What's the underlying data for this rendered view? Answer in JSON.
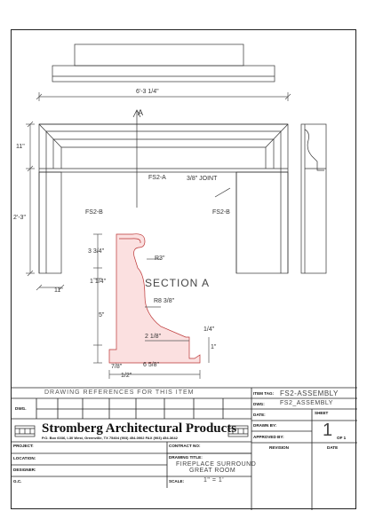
{
  "drawing": {
    "section_marker": "A",
    "labels": {
      "fs2_a": "FS2-A",
      "joint": "3/8\" JOINT",
      "fs2_b_left": "FS2-B",
      "fs2_b_right": "FS2-B",
      "section_title": "SECTION  A"
    },
    "dimensions": {
      "overall_width": "6'-3 1/4\"",
      "height_top": "11\"",
      "height_total": "2'-3\"",
      "leg_width": "11\"",
      "profile_top": "3 3/4\"",
      "radius_r3": "R3\"",
      "profile_step": "1 1/4\"",
      "profile_mid": "5\"",
      "radius_r8": "R8 3/8\"",
      "base_width_a": "2 1/8\"",
      "base_height": "1\"",
      "small_a": "1/4\"",
      "small_b": "7/8\"",
      "base_width_total": "6 5/8\"",
      "bottom_half": "1/2\""
    }
  },
  "title_block": {
    "references_header": "DRAWING REFERENCES FOR THIS ITEM",
    "dwg_label": "DWG.",
    "company_name": "Stromberg Architectural Products",
    "company_address": "P.O. Box 6036, I-30 West, Greenville, TX 75404  (903) 454-0902  FAX (903) 454-3642",
    "project_label": "PROJECT:",
    "location_label": "LOCATION:",
    "designer_label": "DESIGNER:",
    "gc_label": "G.C.",
    "contract_label": "CONTRACT NO:",
    "drawing_title_label": "DRAWING TITLE:",
    "drawing_title_line1": "FIREPLACE SURROUND",
    "drawing_title_line2": "GREAT ROOM",
    "scale_label": "SCALE:",
    "scale_value": "1\" = 1'",
    "item_tag_label": "ITEM TAG:",
    "item_tag_value": "FS2-ASSEMBLY",
    "dwg2_label": "DWG:",
    "dwg2_value": "FS2_ASSEMBLY",
    "date_label": "DATE:",
    "sheet_label": "SHEET",
    "drawn_by_label": "DRAWN BY:",
    "approved_by_label": "APPROVED BY:",
    "sheet_number": "1",
    "sheet_of": "OF 1",
    "revision_label": "REVISION",
    "rev_date_label": "DATE"
  }
}
